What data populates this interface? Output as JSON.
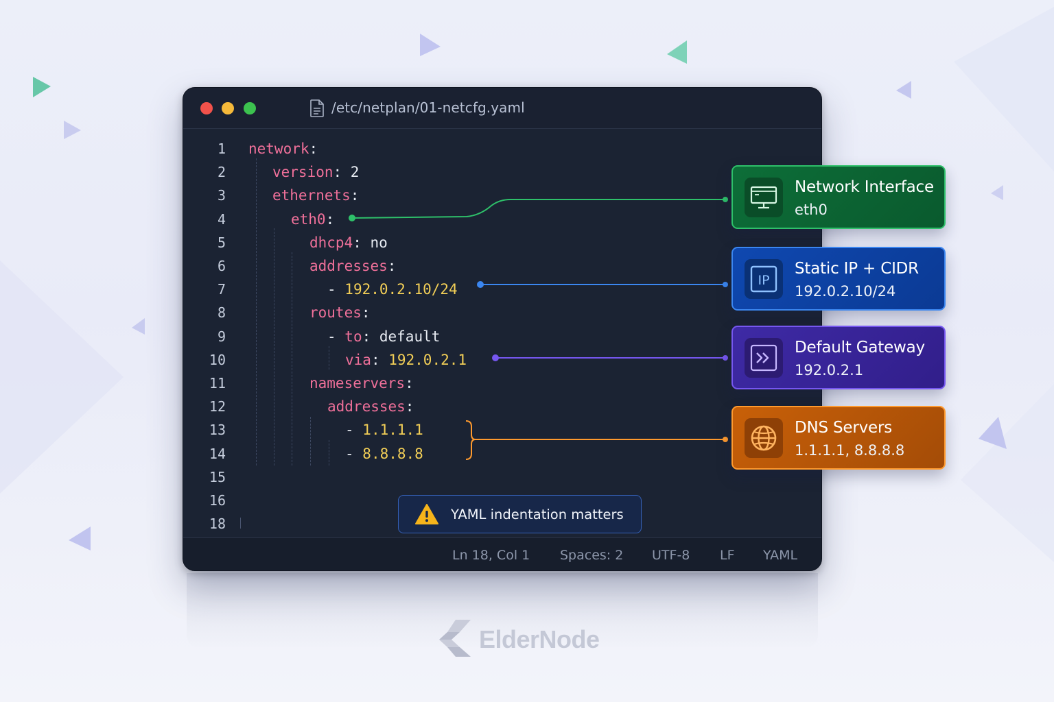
{
  "window": {
    "file_path": "/etc/netplan/01-netcfg.yaml",
    "traffic_lights": [
      "close",
      "minimize",
      "maximize"
    ]
  },
  "editor": {
    "line_numbers": [
      "1",
      "2",
      "3",
      "4",
      "5",
      "6",
      "7",
      "8",
      "9",
      "10",
      "11",
      "12",
      "13",
      "14",
      "15",
      "16",
      "18"
    ],
    "lines": [
      {
        "tokens": [
          {
            "t": "network",
            "c": "k"
          },
          {
            "t": ":",
            "c": "p"
          }
        ]
      },
      {
        "tokens": [
          {
            "t": "version",
            "c": "k"
          },
          {
            "t": ": 2",
            "c": "p"
          }
        ]
      },
      {
        "tokens": [
          {
            "t": "ethernets",
            "c": "k"
          },
          {
            "t": ":",
            "c": "p"
          }
        ]
      },
      {
        "tokens": [
          {
            "t": "eth0",
            "c": "k"
          },
          {
            "t": ":",
            "c": "p"
          }
        ]
      },
      {
        "tokens": [
          {
            "t": "dhcp4",
            "c": "k"
          },
          {
            "t": ": no",
            "c": "p"
          }
        ]
      },
      {
        "tokens": [
          {
            "t": "addresses",
            "c": "k"
          },
          {
            "t": ":",
            "c": "p"
          }
        ]
      },
      {
        "tokens": [
          {
            "t": "- ",
            "c": "p"
          },
          {
            "t": "192.0.2.10/24",
            "c": "v"
          }
        ]
      },
      {
        "tokens": [
          {
            "t": "routes",
            "c": "k"
          },
          {
            "t": ":",
            "c": "p"
          }
        ]
      },
      {
        "tokens": [
          {
            "t": "- ",
            "c": "p"
          },
          {
            "t": "to",
            "c": "k"
          },
          {
            "t": ": default",
            "c": "p"
          }
        ]
      },
      {
        "tokens": [
          {
            "t": "via",
            "c": "k"
          },
          {
            "t": ": ",
            "c": "p"
          },
          {
            "t": "192.0.2.1",
            "c": "v"
          }
        ]
      },
      {
        "tokens": [
          {
            "t": "nameservers",
            "c": "k"
          },
          {
            "t": ":",
            "c": "p"
          }
        ]
      },
      {
        "tokens": [
          {
            "t": "addresses",
            "c": "k"
          },
          {
            "t": ":",
            "c": "p"
          }
        ]
      },
      {
        "tokens": [
          {
            "t": "- ",
            "c": "p"
          },
          {
            "t": "1.1.1.1",
            "c": "v"
          }
        ]
      },
      {
        "tokens": [
          {
            "t": "- ",
            "c": "p"
          },
          {
            "t": "8.8.8.8",
            "c": "v"
          }
        ]
      }
    ]
  },
  "warning": {
    "text": "YAML indentation matters",
    "icon": "warning-triangle-icon"
  },
  "statusbar": {
    "position": "Ln 18, Col 1",
    "spaces": "Spaces: 2",
    "encoding": "UTF-8",
    "line_ending": "LF",
    "language": "YAML"
  },
  "cards": [
    {
      "title": "Network Interface",
      "value": "eth0",
      "icon": "monitor-icon",
      "color": "#2ec06a"
    },
    {
      "title": "Static IP + CIDR",
      "value": "192.0.2.10/24",
      "icon": "ip-icon",
      "icon_text": "IP",
      "color": "#3b86f0"
    },
    {
      "title": "Default Gateway",
      "value": "192.0.2.1",
      "icon": "terminal-icon",
      "color": "#7657f0"
    },
    {
      "title": "DNS Servers",
      "value": "1.1.1.1, 8.8.8.8",
      "icon": "globe-icon",
      "color": "#ff9a2e"
    }
  ],
  "brand": {
    "name": "ElderNode",
    "icon": "eldernode-logo-icon"
  }
}
